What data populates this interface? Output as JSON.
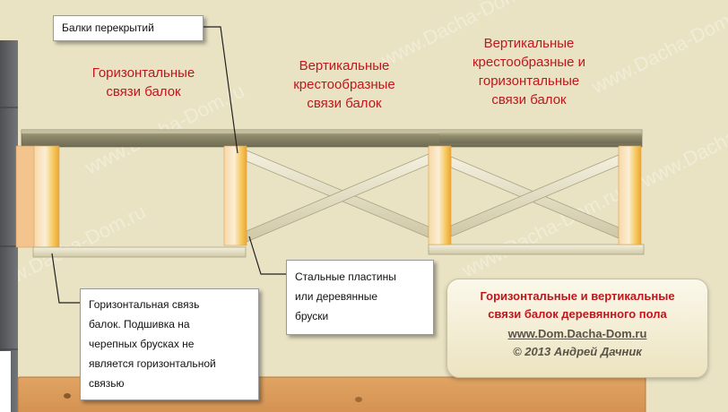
{
  "labels": {
    "horizontal_ties": [
      "Горизонтальные",
      "связи  балок"
    ],
    "vertical_cross_ties": [
      "Вертикальные",
      "крестообразные",
      "связи балок"
    ],
    "vertical_horizontal_ties": [
      "Вертикальные",
      "крестообразные  и",
      "горизонтальные",
      "связи балок"
    ]
  },
  "callouts": {
    "floor_beams": "Балки перекрытий",
    "plates": [
      "Стальные пластины",
      "или деревянные",
      "бруски"
    ],
    "horizontal_tie": [
      "Горизонтальная связь",
      "балок.  Подшивка на",
      "черепных брусках не",
      "является горизонтальной",
      "связью"
    ]
  },
  "info": {
    "title": [
      "Горизонтальные и вертикальные",
      "связи балок деревянного пола"
    ],
    "url": "www.Dom.Dacha-Dom.ru",
    "copyright": "© 2013 Андрей Дачник"
  },
  "watermark": "www.Dacha-Dom.ru",
  "colors": {
    "background": "#e9e3c4",
    "label_red": "#c0161c",
    "info_text": "#5a5448"
  }
}
